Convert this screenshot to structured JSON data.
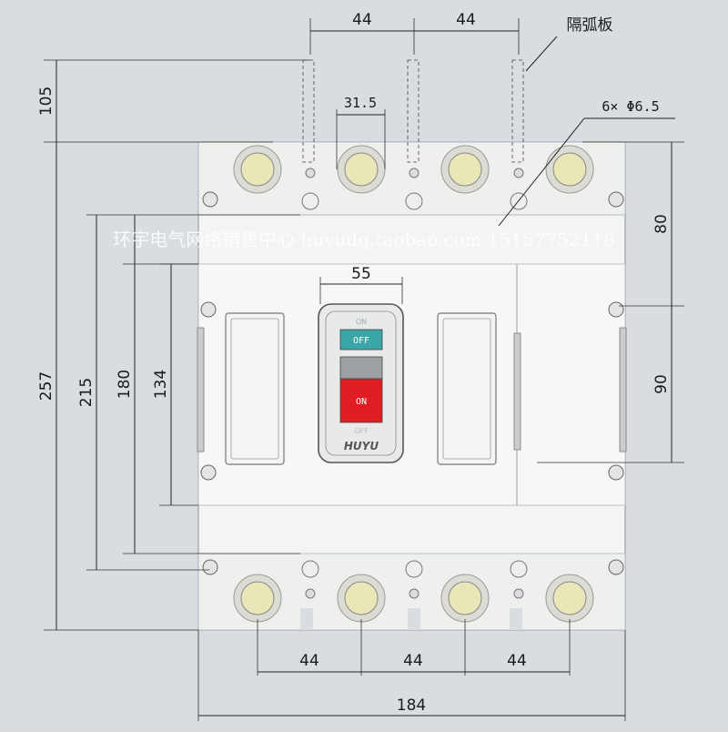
{
  "dimensions": {
    "top_pitch_1": "44",
    "top_pitch_2": "44",
    "arc_barrier_label": "隔弧板",
    "terminal_width": "31.5",
    "hole_spec": "6× Φ6.5",
    "height_105": "105",
    "overall_height": "257",
    "mount_height_215": "215",
    "height_180": "180",
    "height_134": "134",
    "handle_width": "55",
    "right_80": "80",
    "right_90": "90",
    "bottom_pitch_1": "44",
    "bottom_pitch_2": "44",
    "bottom_pitch_3": "44",
    "overall_width": "184"
  },
  "watermark": "环宇电气网络销售中心 huyudq.taobao.com 15157752118",
  "breaker": {
    "handle_on_top": "ON",
    "handle_off": "OFF",
    "handle_on": "ON",
    "handle_off_bottom": "OFF",
    "brand": "HUYU"
  },
  "colors": {
    "background": "#d8dde1",
    "body": "#f3f4f3",
    "off_button": "#3aa6a8",
    "on_button": "#e01d22",
    "terminal": "#e9e6b8"
  }
}
